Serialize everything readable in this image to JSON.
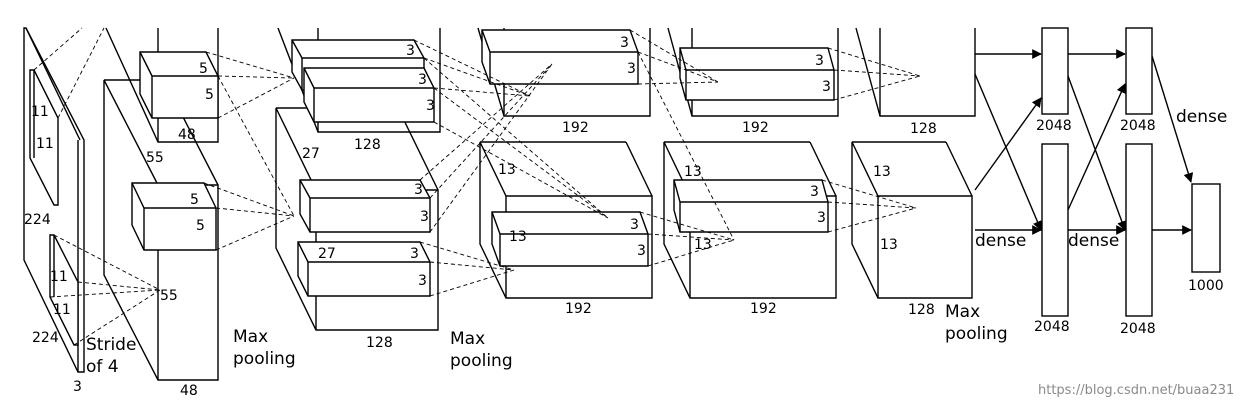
{
  "input": {
    "size": "224",
    "size_lower": "224",
    "depth": "3",
    "kernel_upper": [
      "11",
      "11"
    ],
    "kernel_lower": [
      "11",
      "11"
    ],
    "stride_line1": "Stride",
    "stride_line2": "of 4"
  },
  "conv1": {
    "size": "55",
    "size_lower": "55",
    "depth": "48",
    "depth_upper": "48",
    "kernel_upper": [
      "5",
      "5"
    ],
    "kernel_lower": [
      "5",
      "5"
    ]
  },
  "conv2": {
    "size": "27",
    "size_lower": "27",
    "depth": "128",
    "depth_upper": "128",
    "kernel_upper_a": "3",
    "kernel_upper_b": [
      "3",
      "3"
    ],
    "kernel_lower_a": [
      "3",
      "3"
    ],
    "kernel_lower_b": [
      "3",
      "3"
    ]
  },
  "conv3": {
    "size": "13",
    "size_in": "13",
    "depth": "192",
    "depth_upper": "192",
    "kernel_upper": [
      "3",
      "3"
    ],
    "kernel_lower": [
      "3",
      "3"
    ]
  },
  "conv4": {
    "size": "13",
    "size_in": "13",
    "depth": "192",
    "depth_upper": "192",
    "kernel_upper": [
      "3",
      "3"
    ],
    "kernel_lower": [
      "3",
      "3"
    ]
  },
  "conv5": {
    "size": "13",
    "size_in": "13",
    "depth": "128",
    "depth_upper": "128"
  },
  "fc6": {
    "units_upper": "2048",
    "units_lower": "2048"
  },
  "fc7": {
    "units_upper": "2048",
    "units_lower": "2048"
  },
  "output": {
    "units": "1000"
  },
  "labels": {
    "max_pooling_1": [
      "Max",
      "pooling"
    ],
    "max_pooling_2": [
      "Max",
      "pooling"
    ],
    "max_pooling_3": [
      "Max",
      "pooling"
    ],
    "dense_1": "dense",
    "dense_2": "dense",
    "dense_3": "dense"
  },
  "watermark": "https://blog.csdn.net/buaa231"
}
